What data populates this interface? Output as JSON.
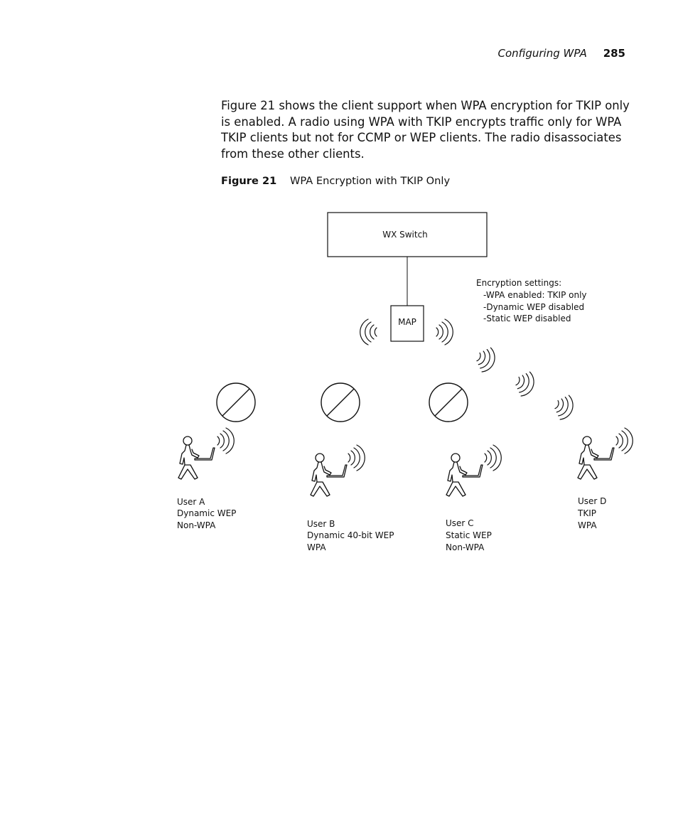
{
  "header": {
    "section": "Configuring WPA",
    "page_number": "285"
  },
  "paragraph": "Figure 21 shows the client support when WPA encryption for TKIP only is enabled. A radio using WPA with TKIP encrypts traffic only for WPA TKIP clients but not for CCMP or WEP clients. The radio disassociates from these other clients.",
  "figure": {
    "label": "Figure 21",
    "title": "WPA Encryption with TKIP Only",
    "switch_label": "WX Switch",
    "map_label": "MAP",
    "settings": {
      "heading": "Encryption settings:",
      "items": [
        "-WPA enabled: TKIP only",
        "-Dynamic WEP disabled",
        "-Static WEP disabled"
      ]
    },
    "users": [
      {
        "name": "User A",
        "line2": "Dynamic WEP",
        "line3": "Non-WPA",
        "blocked": true
      },
      {
        "name": "User B",
        "line2": "Dynamic 40-bit WEP",
        "line3": "WPA",
        "blocked": true
      },
      {
        "name": "User C",
        "line2": "Static WEP",
        "line3": "Non-WPA",
        "blocked": true
      },
      {
        "name": "User D",
        "line2": "TKIP",
        "line3": "WPA",
        "blocked": false
      }
    ],
    "icons": [
      "wireless-waves-icon",
      "prohibited-icon",
      "walking-user-laptop-icon"
    ]
  }
}
